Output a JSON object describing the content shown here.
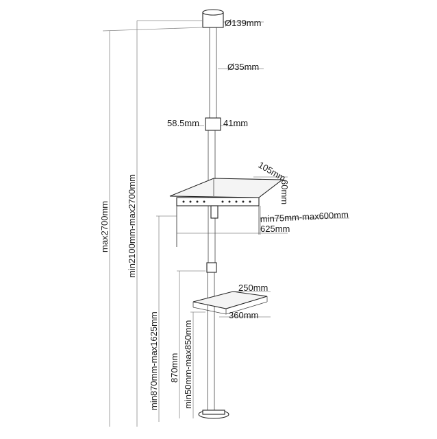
{
  "labels": {
    "base_diameter": "Ø139mm",
    "pole_diameter": "Ø35mm",
    "clamp_left": "58.5mm",
    "clamp_right": "41mm",
    "tray_depth": "105mm",
    "tray_height": "60mm",
    "vesa_range": "min75mm-max600mm",
    "bracket_width": "625mm",
    "shelf_depth": "250mm",
    "shelf_width": "360mm",
    "total_height": "max2700mm",
    "ceiling_range": "min2100mm-max2700mm",
    "mount_height_range": "min870mm-max1625mm",
    "mount_height": "870mm",
    "shelf_height_range": "min50mm-max850mm"
  }
}
